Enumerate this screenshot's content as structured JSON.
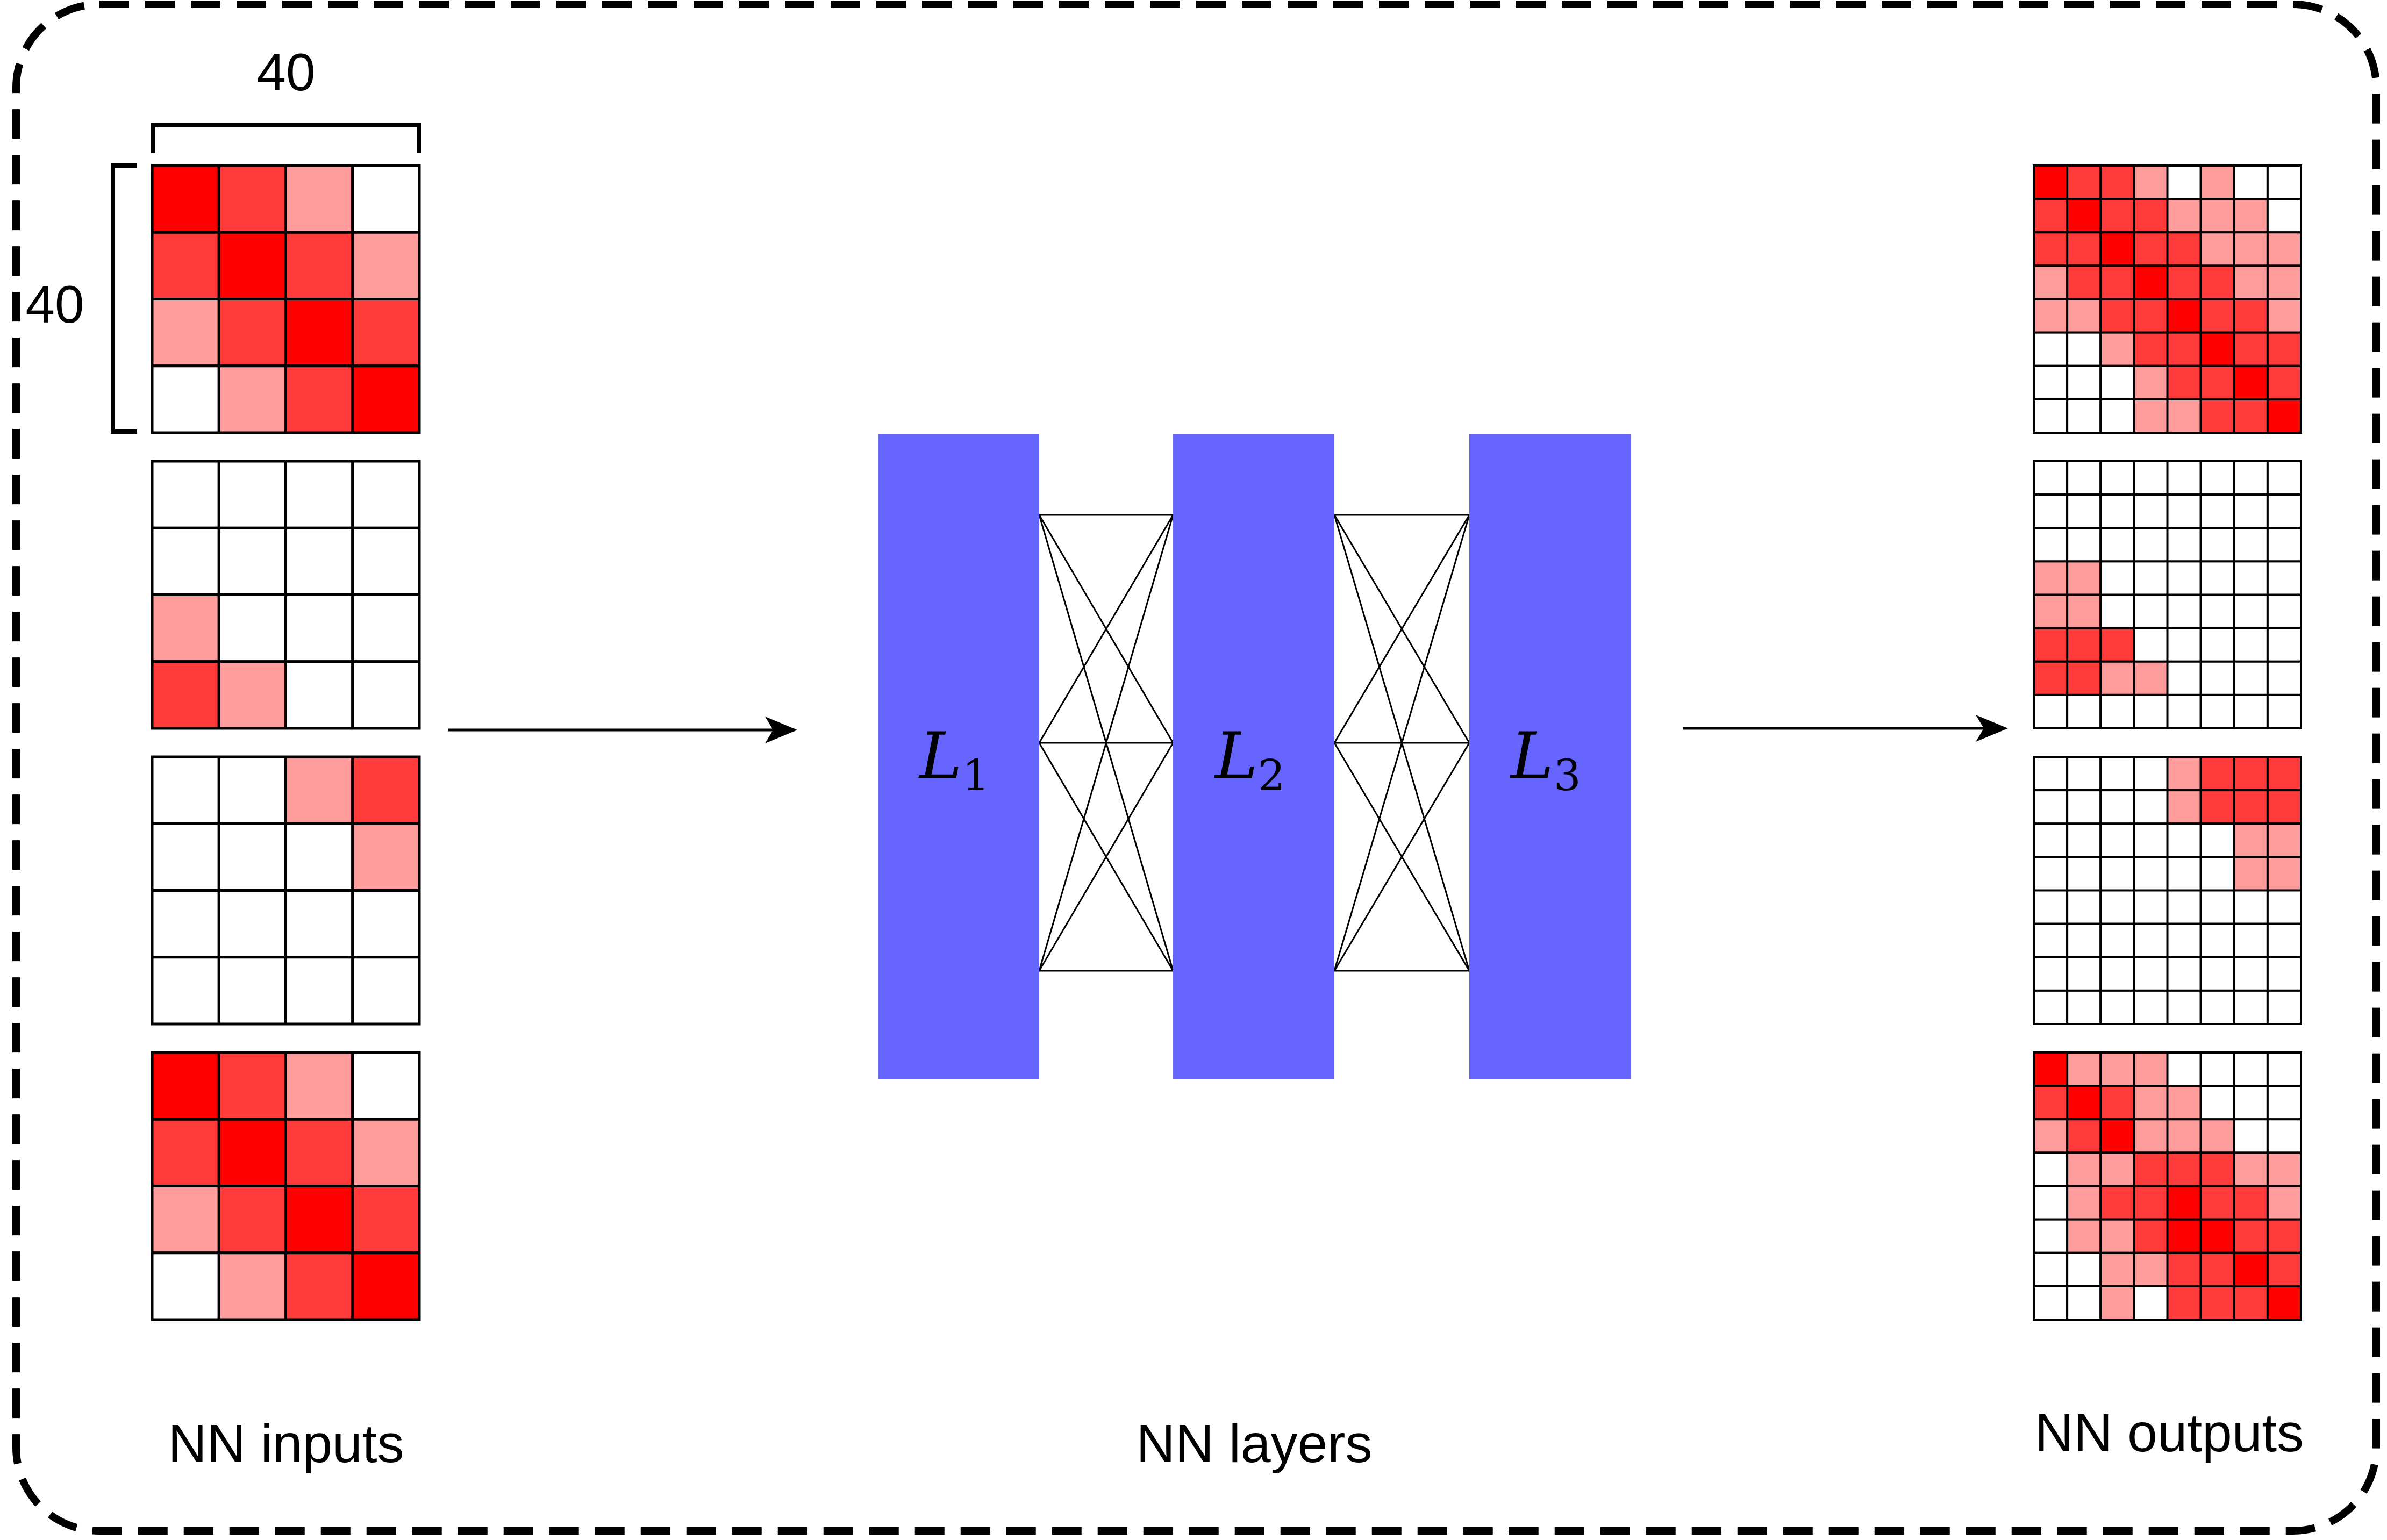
{
  "colors": {
    "background": "#ffffff",
    "border": "#000000",
    "layer_fill": "#6666ff",
    "cell_dark": "#ff0000",
    "cell_medium": "#ff3a3a",
    "cell_light": "#ff9c9c",
    "cell_empty": "#ffffff",
    "grid_line": "#000000"
  },
  "dimension_labels": {
    "width": "40",
    "height": "40"
  },
  "layers": [
    {
      "symbol": "L",
      "subscript": "1"
    },
    {
      "symbol": "L",
      "subscript": "2"
    },
    {
      "symbol": "L",
      "subscript": "3"
    }
  ],
  "captions": {
    "inputs": "NN inputs",
    "layers": "NN layers",
    "outputs": "NN outputs"
  },
  "inputs": [
    [
      [
        3,
        2,
        1,
        0
      ],
      [
        2,
        3,
        2,
        1
      ],
      [
        1,
        2,
        3,
        2
      ],
      [
        0,
        1,
        2,
        3
      ]
    ],
    [
      [
        0,
        0,
        0,
        0
      ],
      [
        0,
        0,
        0,
        0
      ],
      [
        1,
        0,
        0,
        0
      ],
      [
        2,
        1,
        0,
        0
      ]
    ],
    [
      [
        0,
        0,
        1,
        2
      ],
      [
        0,
        0,
        0,
        1
      ],
      [
        0,
        0,
        0,
        0
      ],
      [
        0,
        0,
        0,
        0
      ]
    ],
    [
      [
        3,
        2,
        1,
        0
      ],
      [
        2,
        3,
        2,
        1
      ],
      [
        1,
        2,
        3,
        2
      ],
      [
        0,
        1,
        2,
        3
      ]
    ]
  ],
  "outputs": [
    [
      [
        3,
        2,
        2,
        1,
        0,
        1,
        0,
        0
      ],
      [
        2,
        3,
        2,
        2,
        1,
        1,
        1,
        0
      ],
      [
        2,
        2,
        3,
        2,
        2,
        1,
        1,
        1
      ],
      [
        1,
        2,
        2,
        3,
        2,
        2,
        1,
        1
      ],
      [
        1,
        1,
        2,
        2,
        3,
        2,
        2,
        1
      ],
      [
        0,
        0,
        1,
        2,
        2,
        3,
        2,
        2
      ],
      [
        0,
        0,
        0,
        1,
        2,
        2,
        3,
        2
      ],
      [
        0,
        0,
        0,
        1,
        1,
        2,
        2,
        3
      ]
    ],
    [
      [
        0,
        0,
        0,
        0,
        0,
        0,
        0,
        0
      ],
      [
        0,
        0,
        0,
        0,
        0,
        0,
        0,
        0
      ],
      [
        0,
        0,
        0,
        0,
        0,
        0,
        0,
        0
      ],
      [
        1,
        1,
        0,
        0,
        0,
        0,
        0,
        0
      ],
      [
        1,
        1,
        0,
        0,
        0,
        0,
        0,
        0
      ],
      [
        2,
        2,
        2,
        0,
        0,
        0,
        0,
        0
      ],
      [
        2,
        2,
        1,
        1,
        0,
        0,
        0,
        0
      ],
      [
        0,
        0,
        0,
        0,
        0,
        0,
        0,
        0
      ]
    ],
    [
      [
        0,
        0,
        0,
        0,
        1,
        2,
        2,
        2
      ],
      [
        0,
        0,
        0,
        0,
        1,
        2,
        2,
        2
      ],
      [
        0,
        0,
        0,
        0,
        0,
        0,
        1,
        1
      ],
      [
        0,
        0,
        0,
        0,
        0,
        0,
        1,
        1
      ],
      [
        0,
        0,
        0,
        0,
        0,
        0,
        0,
        0
      ],
      [
        0,
        0,
        0,
        0,
        0,
        0,
        0,
        0
      ],
      [
        0,
        0,
        0,
        0,
        0,
        0,
        0,
        0
      ],
      [
        0,
        0,
        0,
        0,
        0,
        0,
        0,
        0
      ]
    ],
    [
      [
        3,
        1,
        1,
        1,
        0,
        0,
        0,
        0
      ],
      [
        2,
        3,
        2,
        1,
        1,
        0,
        0,
        0
      ],
      [
        1,
        2,
        3,
        1,
        1,
        1,
        0,
        0
      ],
      [
        0,
        1,
        1,
        2,
        2,
        2,
        1,
        1
      ],
      [
        0,
        1,
        2,
        2,
        3,
        2,
        2,
        1
      ],
      [
        0,
        1,
        1,
        2,
        3,
        3,
        2,
        2
      ],
      [
        0,
        0,
        1,
        1,
        2,
        2,
        3,
        2
      ],
      [
        0,
        0,
        1,
        0,
        2,
        2,
        2,
        3
      ]
    ]
  ]
}
